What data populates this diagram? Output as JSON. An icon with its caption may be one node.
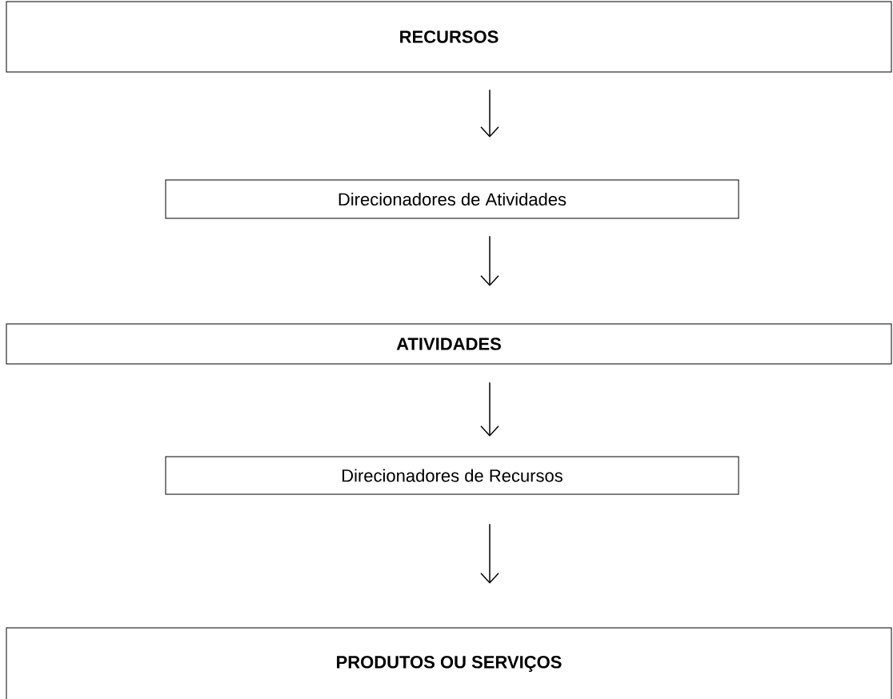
{
  "diagram": {
    "nodes": [
      {
        "text": [
          "RECURSOS"
        ]
      },
      {
        "text": [
          "Direcionadores de Atividades"
        ]
      },
      {
        "text": [
          "ATIVIDADES"
        ]
      },
      {
        "text": [
          "Direcionadores de Recursos"
        ]
      },
      {
        "text": [
          "PRODUTOS OU SERVIÇOS"
        ]
      }
    ],
    "edges": [
      {
        "from": 0,
        "to": 1,
        "arrow": "to"
      },
      {
        "from": 1,
        "to": 2,
        "arrow": "to"
      },
      {
        "from": 2,
        "to": 3,
        "arrow": "to"
      },
      {
        "from": 3,
        "to": 4,
        "arrow": "to"
      }
    ]
  }
}
